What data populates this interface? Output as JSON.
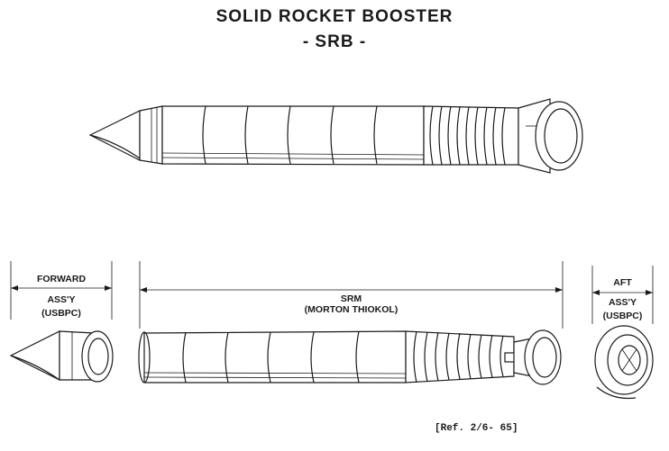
{
  "title": "SOLID ROCKET BOOSTER",
  "subtitle": "- SRB -",
  "sections": {
    "forward": {
      "name_line1": "FORWARD",
      "name_line2": "ASS'Y",
      "contractor": "(USBPC)"
    },
    "srm": {
      "name": "SRM",
      "contractor": "(MORTON THIOKOL)"
    },
    "aft": {
      "name_line1": "AFT",
      "name_line2": "ASS'Y",
      "contractor": "(USBPC)"
    }
  },
  "reference": "[Ref. 2/6- 65]"
}
